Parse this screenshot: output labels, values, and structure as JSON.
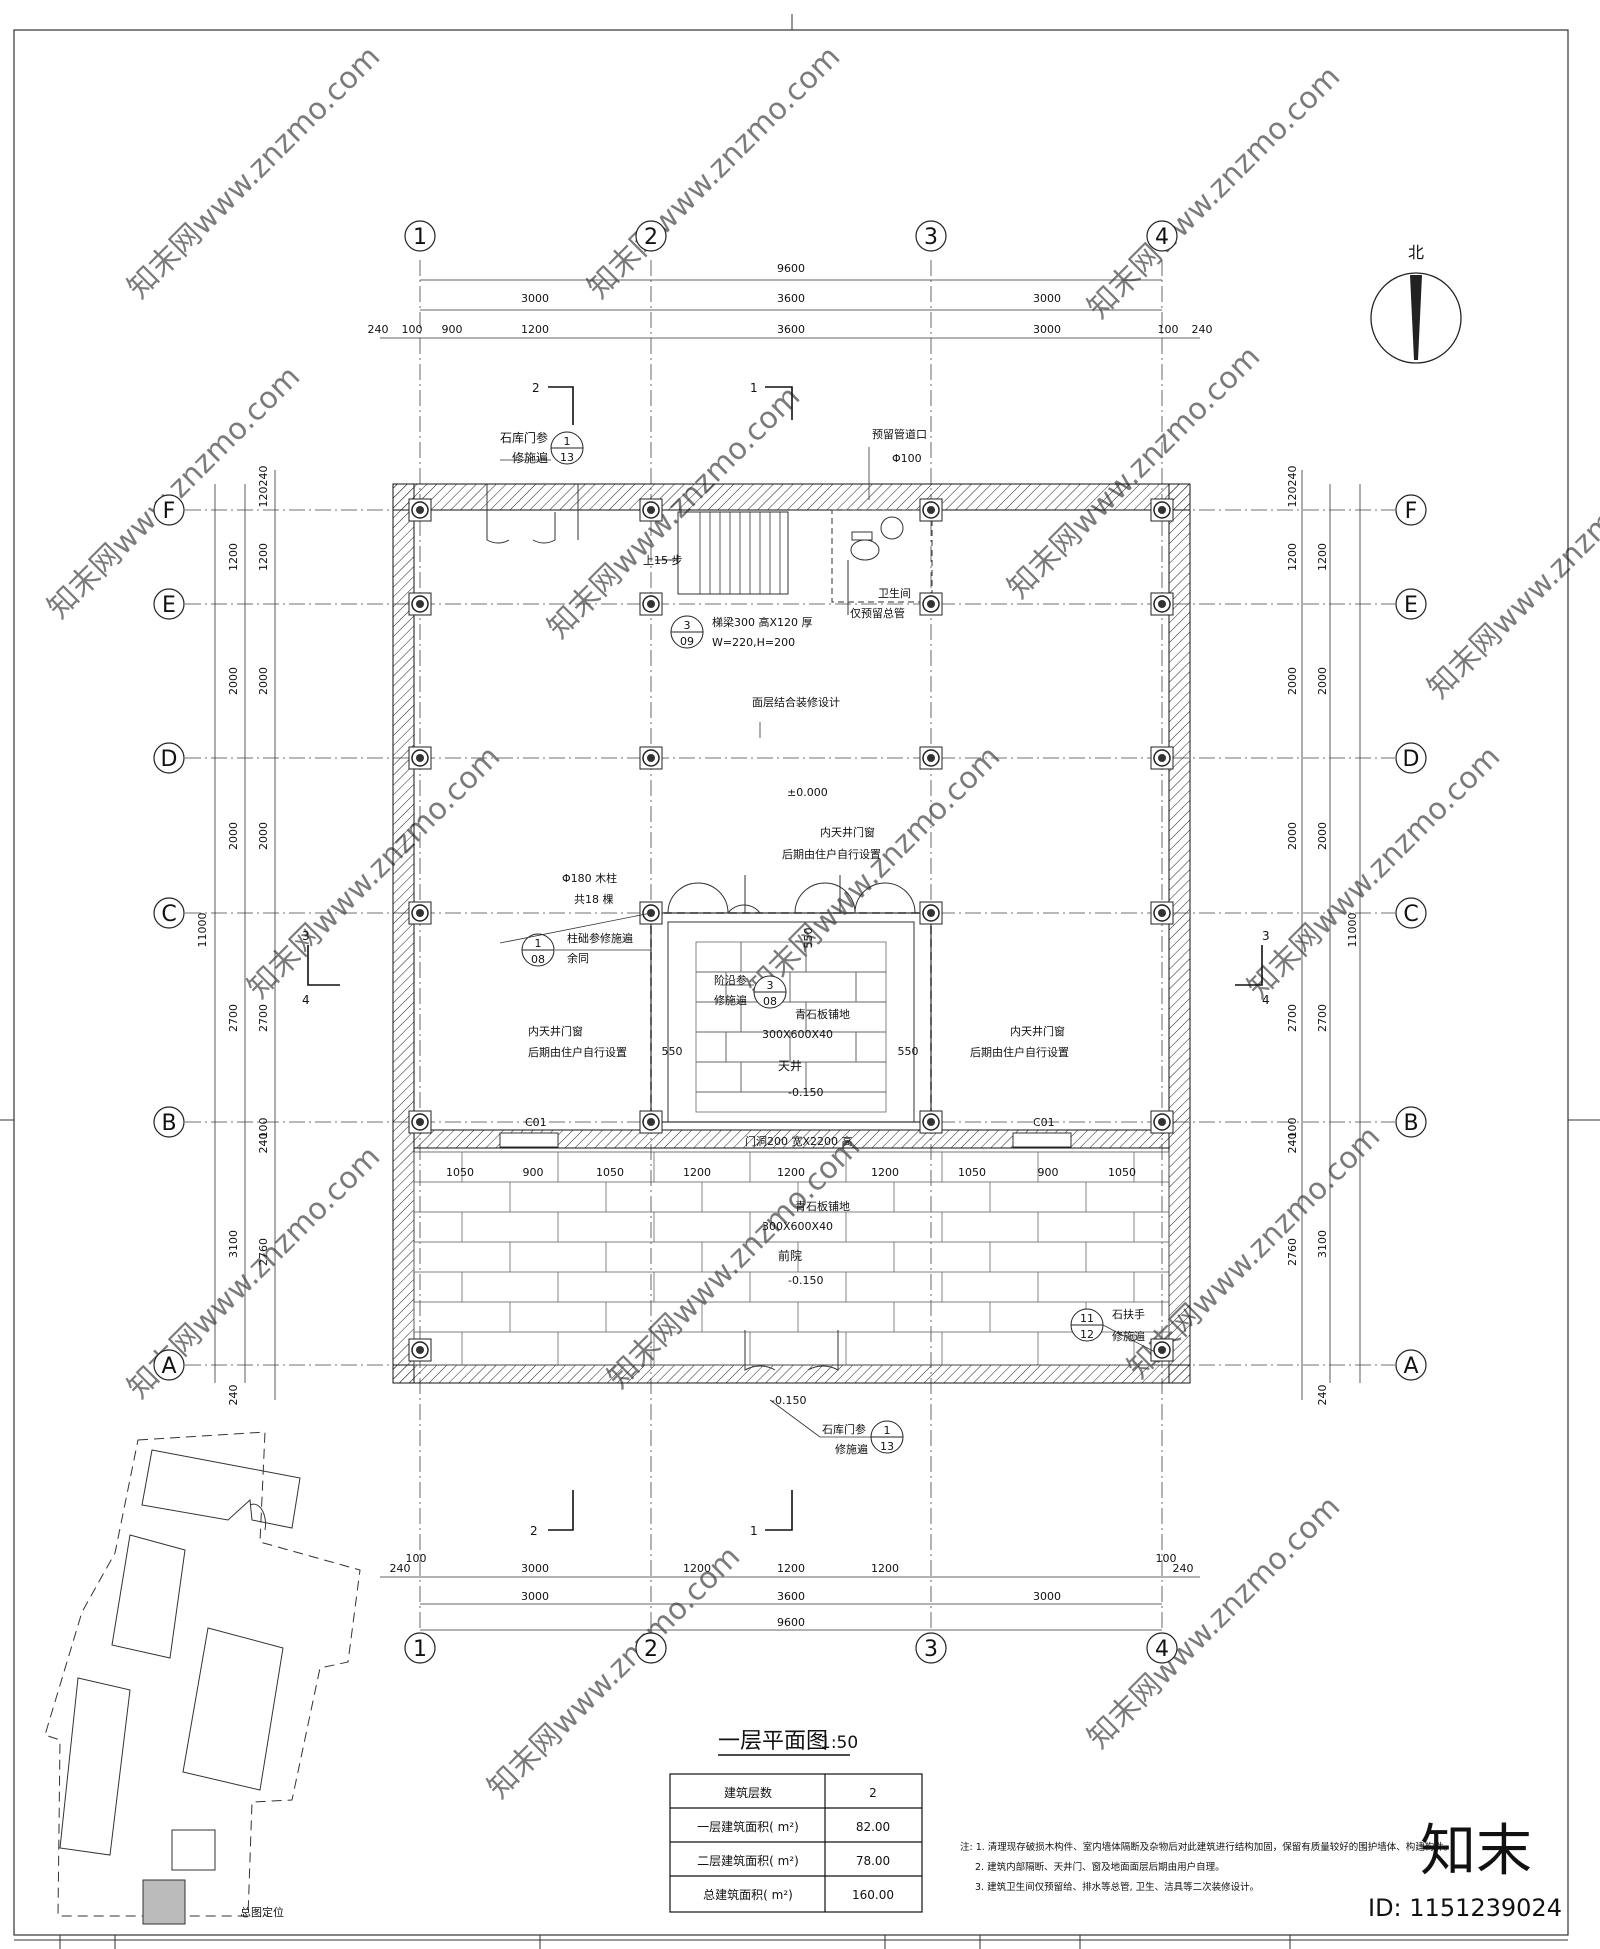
{
  "drawing": {
    "title": "一层平面图",
    "scale": "1:50",
    "north_label": "北"
  },
  "axes": {
    "columns": [
      "1",
      "2",
      "3",
      "4"
    ],
    "rows": [
      "F",
      "E",
      "D",
      "C",
      "B",
      "A"
    ]
  },
  "dimensions": {
    "top_total": "9600",
    "top_main": [
      "3000",
      "3600",
      "3000"
    ],
    "top_detail": [
      "240",
      "100",
      "900",
      "1200",
      "3600",
      "3000",
      "100",
      "240"
    ],
    "bottom_detail": [
      "240",
      "100",
      "3000",
      "1200",
      "1200",
      "1200",
      "100",
      "240"
    ],
    "bottom_main": [
      "3000",
      "3600",
      "3000"
    ],
    "bottom_total": "9600",
    "left_total": "11000",
    "left_main": [
      "1200",
      "2000",
      "2000",
      "2700",
      "3100"
    ],
    "left_detail": [
      "240",
      "120",
      "1200",
      "2000",
      "2000",
      "2700",
      "100",
      "240",
      "2760",
      "240"
    ],
    "right_total": "11000",
    "right_main": [
      "1200",
      "2000",
      "2000",
      "2700",
      "3100"
    ],
    "right_detail": [
      "240",
      "120",
      "1200",
      "2000",
      "2000",
      "2700",
      "100",
      "240",
      "2760",
      "240"
    ],
    "courtyard_row": [
      "1050",
      "900",
      "1050",
      "1200",
      "1200",
      "1200",
      "1050",
      "900",
      "1050"
    ],
    "side_550": "550"
  },
  "section_marks": {
    "top_left": "2",
    "top_mid": "1",
    "left": "3",
    "left_b": "4",
    "right": "3",
    "right_b": "4",
    "bottom_left": "2",
    "bottom_mid": "1"
  },
  "annotations": {
    "stone_door_top": "石库门参",
    "stone_door_top_2": "修施遍",
    "ref_1_13_a": "1",
    "ref_1_13_b": "13",
    "pipe_note": "预留管道口",
    "pipe_size": "Φ100",
    "stair_up": "上15 步",
    "stair_beam": "梯梁300  高X120  厚",
    "stair_beam_2": "W=220,H=200",
    "ref_3_09_a": "3",
    "ref_3_09_b": "09",
    "toilet": "卫生间",
    "toilet_2": "仅预留总管",
    "floor_finish": "面层结合装修设计",
    "level_0": "±0.000",
    "patio_door": "内天井门窗",
    "patio_door_2": "后期由住户自行设置",
    "wood_column": "Φ180  木柱",
    "wood_column_2": "共18  棵",
    "column_base": "柱础参修施遍",
    "column_base_2": "余同",
    "ref_1_08_a": "1",
    "ref_1_08_b": "08",
    "step_ref": "阶沿参",
    "step_ref_2": "修施遍",
    "ref_3_08_a": "3",
    "ref_3_08_b": "08",
    "blue_stone": "青石板铺地",
    "blue_stone_size": "300X600X40",
    "patio_name": "天井",
    "level_patio": "-0.150",
    "left_patio_door": "内天井门窗",
    "left_patio_door_2": "后期由住户自行设置",
    "right_patio_door": "内天井门窗",
    "right_patio_door_2": "后期由住户自行设置",
    "window_c01_l": "C01",
    "window_c01_r": "C01",
    "door_size": "门洞200  宽X2200  高",
    "front_stone": "青石板铺地",
    "front_stone_size": "300X600X40",
    "front_yard": "前院",
    "level_front": "-0.150",
    "stone_hand": "石扶手",
    "stone_hand_2": "修施遍",
    "ref_11_12_a": "11",
    "ref_11_12_b": "12",
    "entry_level": "-0.150",
    "stone_door_bot": "石库门参",
    "stone_door_bot_2": "修施遍",
    "ref_1_13_c": "1",
    "ref_1_13_d": "13",
    "site_plan_label": "总图定位"
  },
  "area_table": {
    "rows": [
      {
        "label": "建筑层数",
        "value": "2"
      },
      {
        "label": "一层建筑面积( m²)",
        "value": "82.00"
      },
      {
        "label": "二层建筑面积( m²)",
        "value": "78.00"
      },
      {
        "label": "总建筑面积( m²)",
        "value": "160.00"
      }
    ]
  },
  "notes": [
    "注: 1. 清理现存破损木构件、室内墙体隔断及杂物后对此建筑进行结构加固，保留有质量较好的围护墙体、构建构件。",
    "2. 建筑内部隔断、天井门、窗及地面面层后期由用户自理。",
    "3. 建筑卫生间仅预留给、排水等总管, 卫生、洁具等二次装修设计。"
  ],
  "watermark": {
    "text": "知末网www.znzmo.com",
    "brand": "知末",
    "id": "ID: 1151239024"
  }
}
